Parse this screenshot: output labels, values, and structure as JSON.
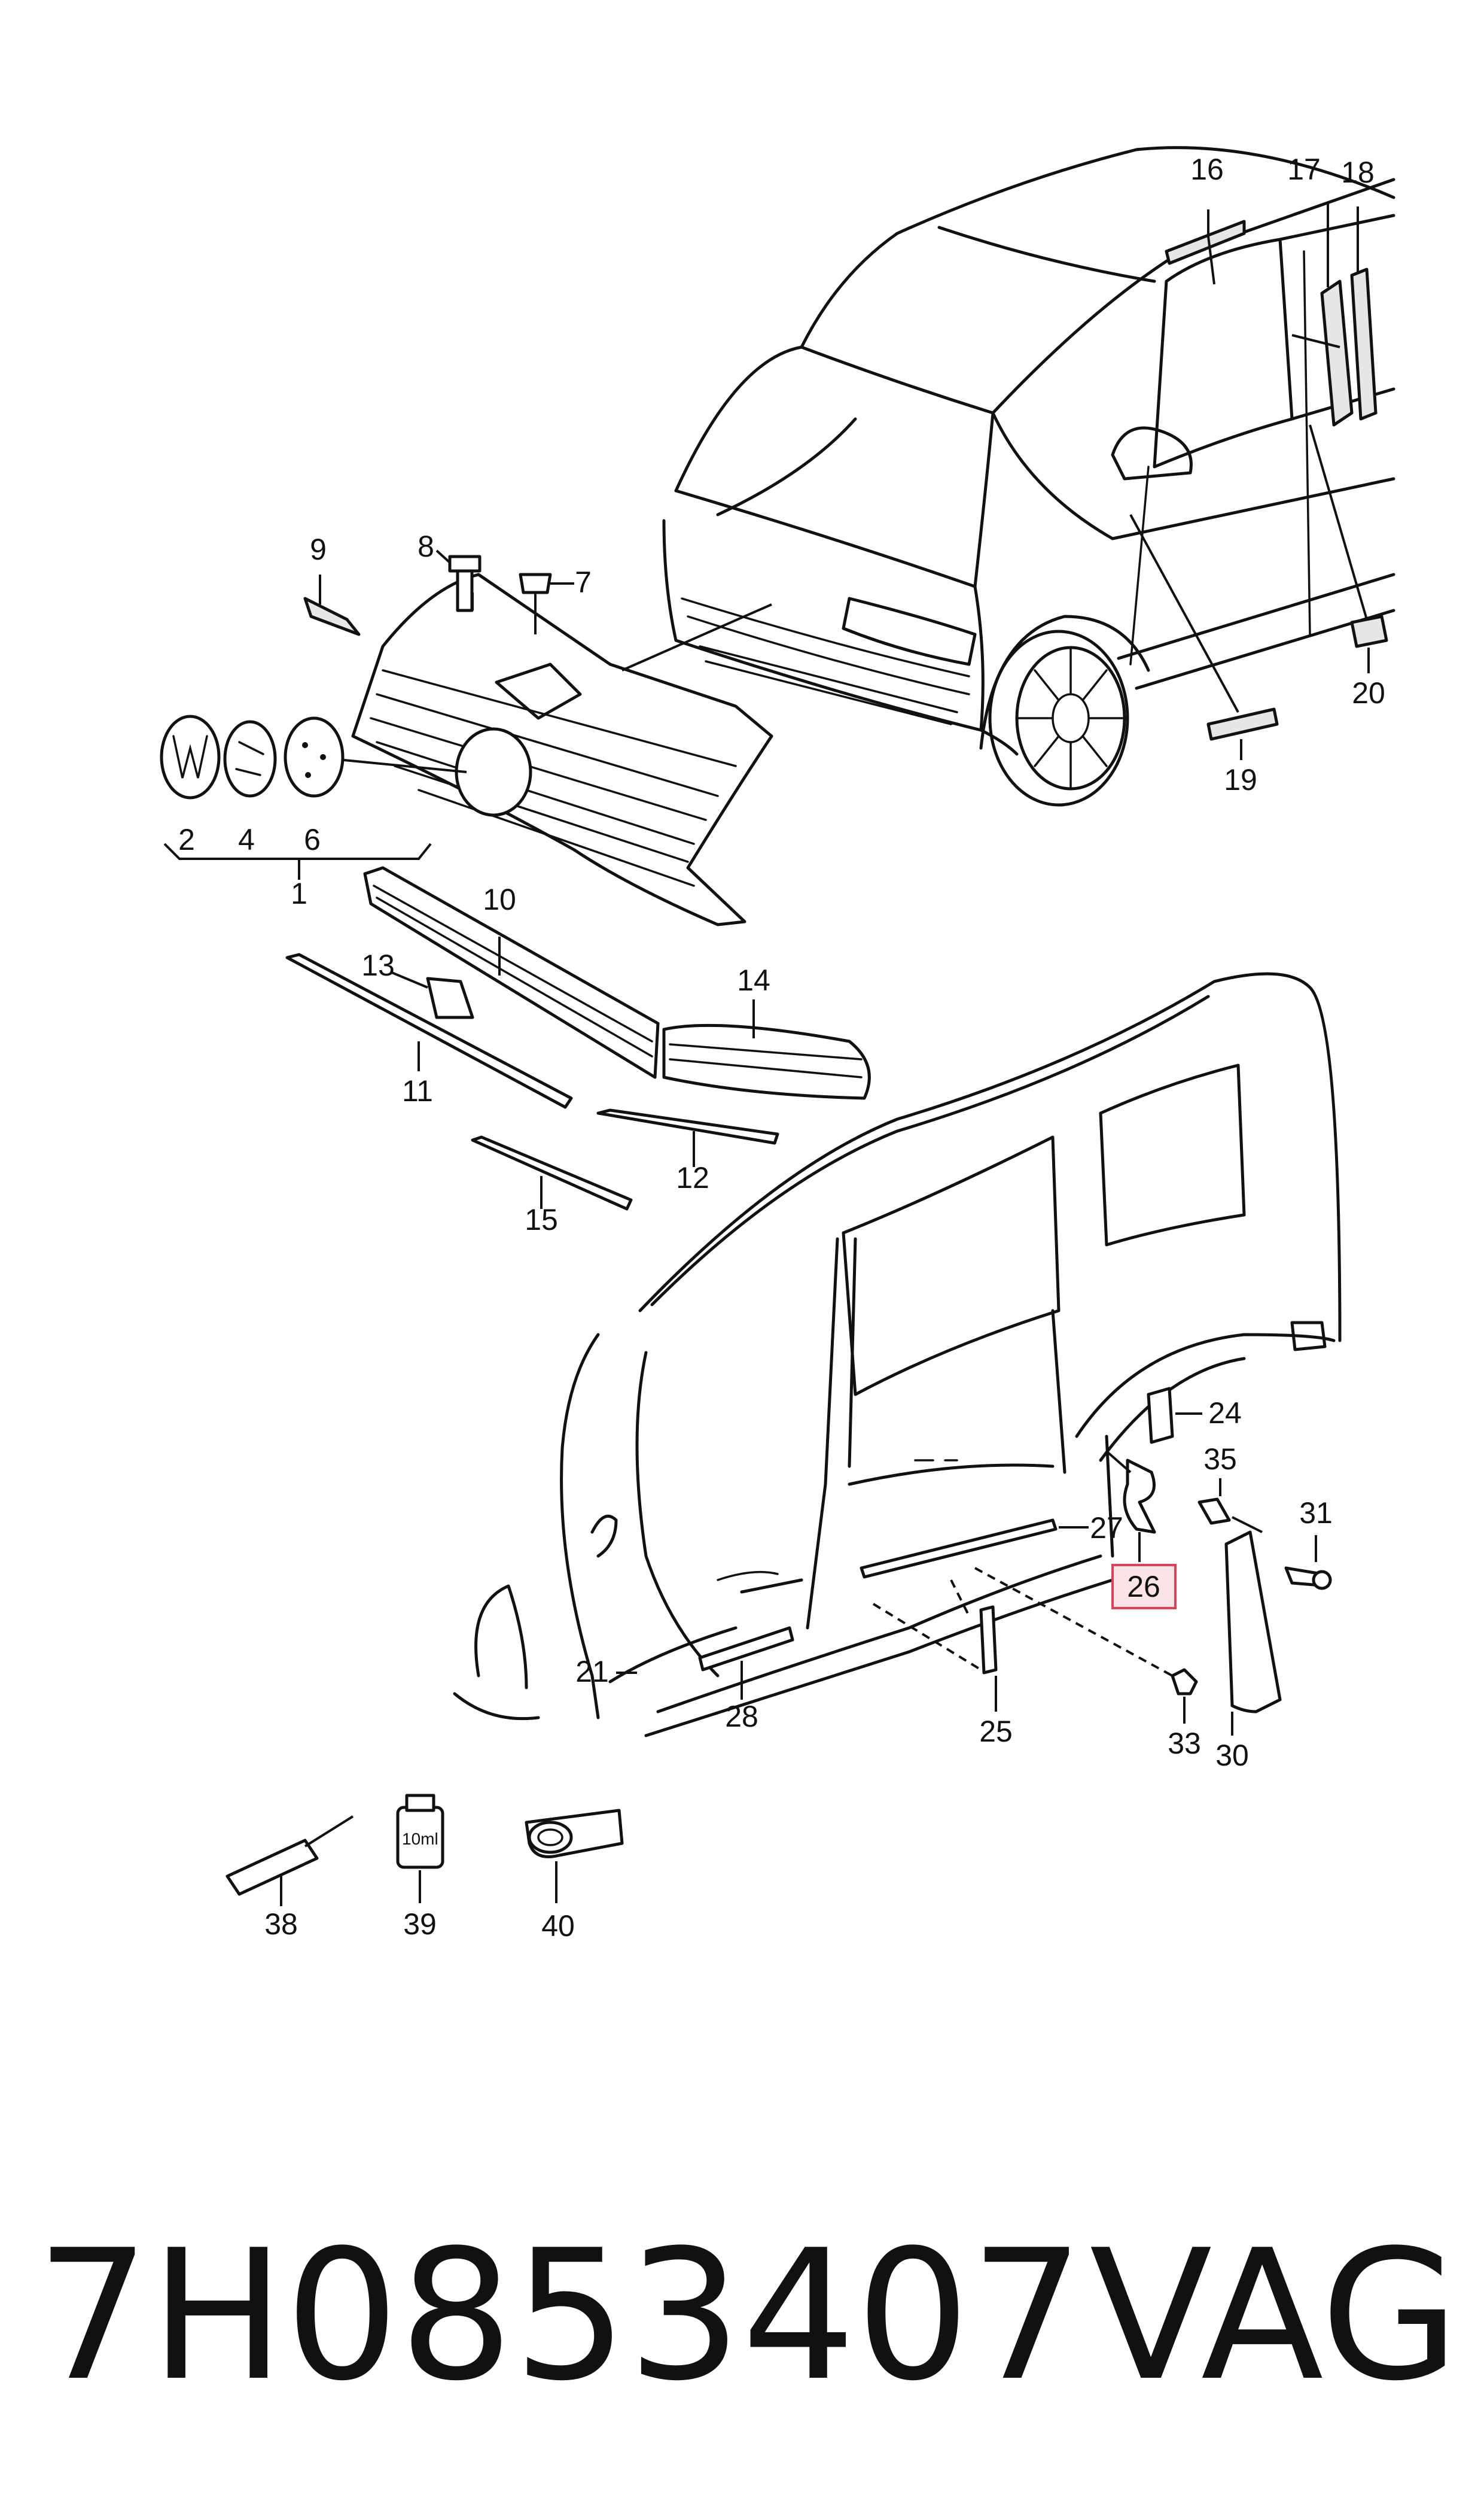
{
  "callouts": [
    {
      "id": "c1",
      "label": "1"
    },
    {
      "id": "c2",
      "label": "2"
    },
    {
      "id": "c4",
      "label": "4"
    },
    {
      "id": "c6",
      "label": "6"
    },
    {
      "id": "c7",
      "label": "7"
    },
    {
      "id": "c8",
      "label": "8"
    },
    {
      "id": "c9",
      "label": "9"
    },
    {
      "id": "c10",
      "label": "10"
    },
    {
      "id": "c11",
      "label": "11"
    },
    {
      "id": "c12",
      "label": "12"
    },
    {
      "id": "c13",
      "label": "13"
    },
    {
      "id": "c14",
      "label": "14"
    },
    {
      "id": "c15",
      "label": "15"
    },
    {
      "id": "c16",
      "label": "16"
    },
    {
      "id": "c17",
      "label": "17"
    },
    {
      "id": "c18",
      "label": "18"
    },
    {
      "id": "c19",
      "label": "19"
    },
    {
      "id": "c20",
      "label": "20"
    },
    {
      "id": "c21",
      "label": "21"
    },
    {
      "id": "c24",
      "label": "24"
    },
    {
      "id": "c25",
      "label": "25"
    },
    {
      "id": "c26",
      "label": "26",
      "highlighted": true
    },
    {
      "id": "c27",
      "label": "27"
    },
    {
      "id": "c28",
      "label": "28"
    },
    {
      "id": "c30",
      "label": "30"
    },
    {
      "id": "c31",
      "label": "31"
    },
    {
      "id": "c33",
      "label": "33"
    },
    {
      "id": "c35",
      "label": "35"
    },
    {
      "id": "c38",
      "label": "38"
    },
    {
      "id": "c39",
      "label": "39"
    },
    {
      "id": "c40",
      "label": "40"
    }
  ],
  "part_labels": {
    "bottle": "10ml"
  },
  "highlight_color": "#d9435a",
  "footer": {
    "part_number": "7H0853407",
    "brand": "VAG"
  }
}
